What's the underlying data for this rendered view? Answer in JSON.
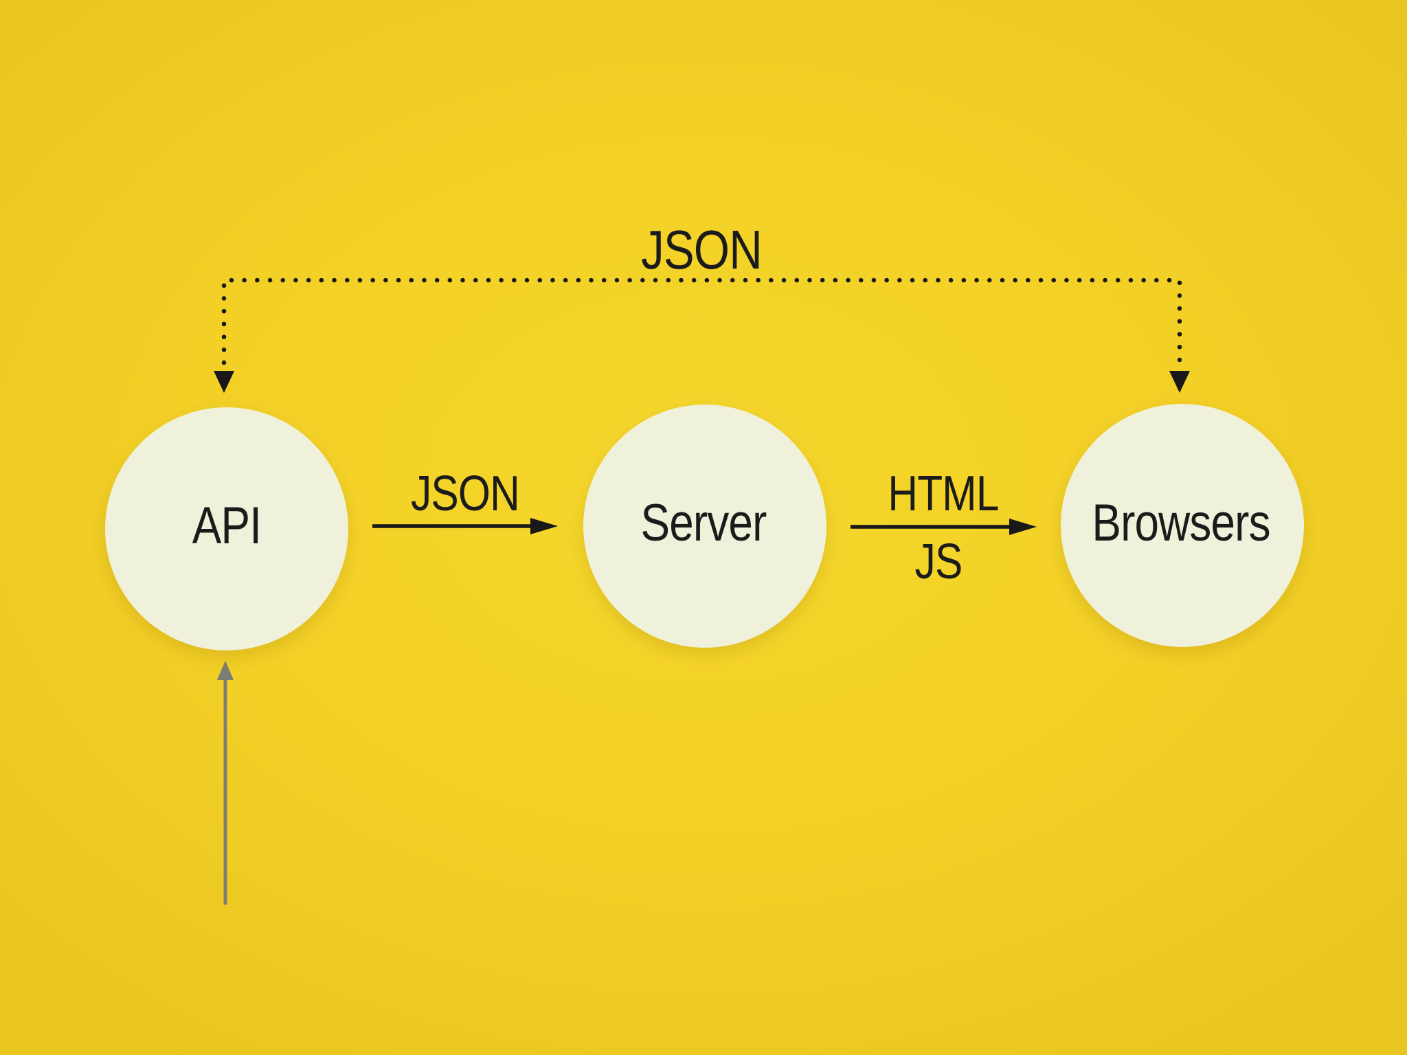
{
  "colors": {
    "background": "#f3d026",
    "node_fill": "#f0f1da",
    "arrow_black": "#181818",
    "arrow_gray": "#7d7d75",
    "text": "#1b1b1b"
  },
  "nodes": [
    {
      "id": "api",
      "label": "API"
    },
    {
      "id": "server",
      "label": "Server"
    },
    {
      "id": "browsers",
      "label": "Browsers"
    }
  ],
  "edges": {
    "api_to_server": {
      "label": "JSON",
      "style": "solid",
      "direction": "right"
    },
    "server_to_browsers": {
      "label_top": "HTML",
      "label_bottom": "JS",
      "style": "solid",
      "direction": "right"
    },
    "browsers_to_api": {
      "label": "JSON",
      "style": "dotted",
      "direction": "both-down"
    },
    "external_to_api": {
      "label": "",
      "style": "solid",
      "color": "gray",
      "direction": "up"
    }
  }
}
